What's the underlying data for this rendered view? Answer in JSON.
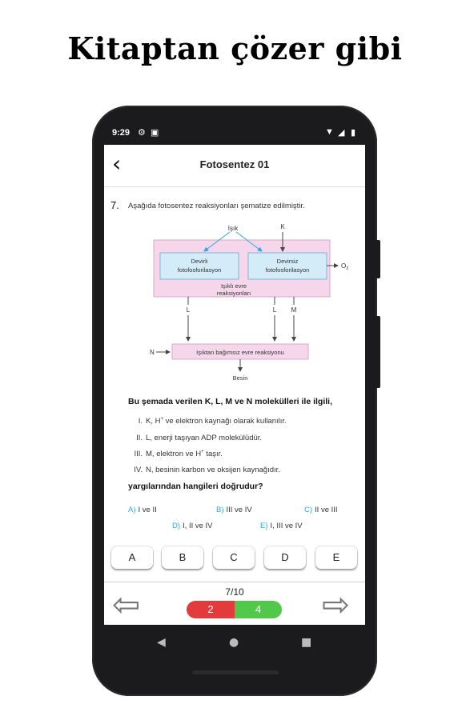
{
  "headline": "Kitaptan çözer gibi",
  "status": {
    "time": "9:29"
  },
  "appbar": {
    "title": "Fotosentez 01"
  },
  "question": {
    "number": "7.",
    "text": "Aşağıda fotosentez reaksiyonları şematize edilmiştir.",
    "diagram": {
      "light": "Işık",
      "k": "K",
      "box1": [
        "Devirli",
        "fotofosforilasyon"
      ],
      "box2": [
        "Devirsiz",
        "fotofosforilasyon"
      ],
      "o2": "O",
      "o2_sub": "2",
      "light_reactions": [
        "Işıklı evre",
        "reaksiyonları"
      ],
      "l1": "L",
      "l2": "L",
      "m": "M",
      "n": "N",
      "dark": "Işıktan bağımsız evre reaksiyonu",
      "food": "Besin"
    },
    "stem": "Bu şemada verilen K, L, M ve N molekülleri ile ilgili,",
    "statements": [
      {
        "num": "I.",
        "pre": "K, H",
        "sup": "+",
        "post": " ve elektron kaynağı olarak kullanılır."
      },
      {
        "num": "II.",
        "pre": "L, enerji taşıyan ADP molekülüdür.",
        "sup": "",
        "post": ""
      },
      {
        "num": "III.",
        "pre": "M, elektron ve H",
        "sup": "+",
        "post": " taşır."
      },
      {
        "num": "IV.",
        "pre": "N, besinin karbon ve oksijen kaynağıdır.",
        "sup": "",
        "post": ""
      }
    ],
    "ask": "yargılarından hangileri doğrudur?",
    "options": [
      {
        "letter": "A)",
        "text": "I ve II"
      },
      {
        "letter": "B)",
        "text": "III ve IV"
      },
      {
        "letter": "C)",
        "text": "II ve III"
      },
      {
        "letter": "D)",
        "text": "I, II ve IV"
      },
      {
        "letter": "E)",
        "text": "I, III ve IV"
      }
    ]
  },
  "answers": [
    "A",
    "B",
    "C",
    "D",
    "E"
  ],
  "progress": "7/10",
  "score": {
    "wrong": "2",
    "right": "4"
  },
  "icons": {
    "back": "arrow-left-icon",
    "prev": "arrow-left-outline-icon",
    "next": "arrow-right-outline-icon"
  },
  "colors": {
    "accent": "#2aa7e8",
    "wrong": "#e33b3b",
    "right": "#52c84a",
    "diagram_bg": "#f6d6ea",
    "box_bg": "#d4ecf7"
  }
}
